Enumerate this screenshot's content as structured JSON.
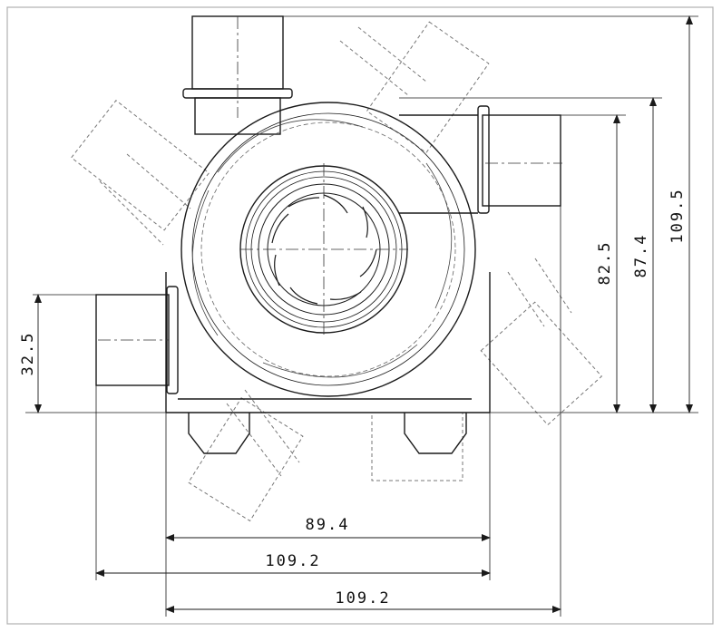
{
  "drawing": {
    "dimensions": {
      "bottom_inner": "89.4",
      "bottom_middle": "109.2",
      "bottom_outer": "109.2",
      "left_height": "32.5",
      "right_inner": "82.5",
      "right_middle": "87.4",
      "right_outer": "109.5"
    },
    "colors": {
      "line": "#1a1a1a",
      "hidden": "#777777",
      "frame": "#b0b0b0"
    }
  }
}
